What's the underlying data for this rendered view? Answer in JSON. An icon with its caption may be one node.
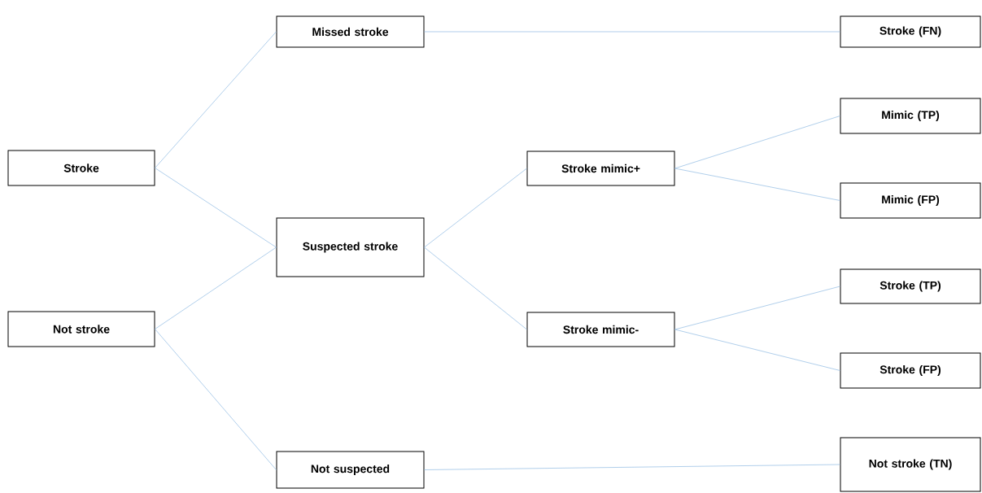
{
  "diagram": {
    "nodes": [
      {
        "text": [
          "Stroke"
        ]
      },
      {
        "text": [
          "Not stroke"
        ]
      },
      {
        "text": [
          "Missed stroke"
        ]
      },
      {
        "text": [
          "Suspected stroke"
        ]
      },
      {
        "text": [
          "Not suspected"
        ]
      },
      {
        "text": [
          "Stroke mimic+"
        ]
      },
      {
        "text": [
          "Stroke mimic-"
        ]
      },
      {
        "text": [
          "Stroke (FN)"
        ]
      },
      {
        "text": [
          "Mimic (TP)"
        ]
      },
      {
        "text": [
          "Mimic (FP)"
        ]
      },
      {
        "text": [
          "Stroke (TP)"
        ]
      },
      {
        "text": [
          "Stroke (FP)"
        ]
      },
      {
        "text": [
          "Not stroke (TN)"
        ]
      }
    ],
    "edges": [
      {
        "from": 0,
        "to": 2,
        "arrow": "none"
      },
      {
        "from": 0,
        "to": 3,
        "arrow": "none"
      },
      {
        "from": 1,
        "to": 3,
        "arrow": "none"
      },
      {
        "from": 1,
        "to": 4,
        "arrow": "none"
      },
      {
        "from": 2,
        "to": 7,
        "arrow": "none"
      },
      {
        "from": 3,
        "to": 5,
        "arrow": "none"
      },
      {
        "from": 3,
        "to": 6,
        "arrow": "none"
      },
      {
        "from": 5,
        "to": 8,
        "arrow": "none"
      },
      {
        "from": 5,
        "to": 9,
        "arrow": "none"
      },
      {
        "from": 6,
        "to": 10,
        "arrow": "none"
      },
      {
        "from": 6,
        "to": 11,
        "arrow": "none"
      },
      {
        "from": 4,
        "to": 12,
        "arrow": "none"
      }
    ]
  }
}
